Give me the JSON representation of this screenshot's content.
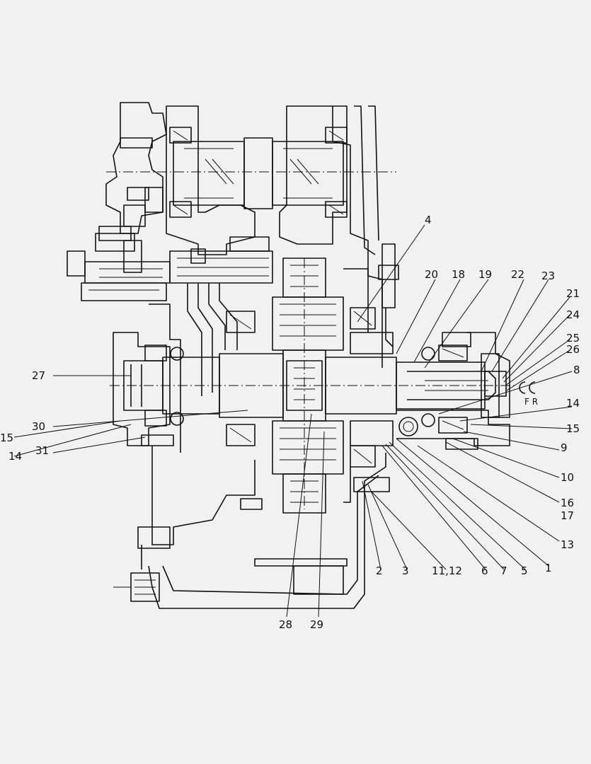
{
  "diagram": {
    "direction_mark": "F R",
    "callouts": [
      {
        "id": "c4",
        "text": "4"
      },
      {
        "id": "c20",
        "text": "20"
      },
      {
        "id": "c18",
        "text": "18"
      },
      {
        "id": "c19",
        "text": "19"
      },
      {
        "id": "c22",
        "text": "22"
      },
      {
        "id": "c23",
        "text": "23"
      },
      {
        "id": "c21",
        "text": "21"
      },
      {
        "id": "c24",
        "text": "24"
      },
      {
        "id": "c25",
        "text": "25"
      },
      {
        "id": "c26",
        "text": "26"
      },
      {
        "id": "c8",
        "text": "8"
      },
      {
        "id": "c14r",
        "text": "14"
      },
      {
        "id": "c15r",
        "text": "15"
      },
      {
        "id": "c9",
        "text": "9"
      },
      {
        "id": "c10",
        "text": "10"
      },
      {
        "id": "c16",
        "text": "16"
      },
      {
        "id": "c17",
        "text": "17"
      },
      {
        "id": "c13",
        "text": "13"
      },
      {
        "id": "c1",
        "text": "1"
      },
      {
        "id": "c5",
        "text": "5"
      },
      {
        "id": "c7",
        "text": "7"
      },
      {
        "id": "c6",
        "text": "6"
      },
      {
        "id": "c1112",
        "text": "11,12"
      },
      {
        "id": "c3",
        "text": "3"
      },
      {
        "id": "c2",
        "text": "2"
      },
      {
        "id": "c28",
        "text": "28"
      },
      {
        "id": "c29",
        "text": "29"
      },
      {
        "id": "c27",
        "text": "27"
      },
      {
        "id": "c30",
        "text": "30"
      },
      {
        "id": "c15l",
        "text": "15"
      },
      {
        "id": "c14l",
        "text": "14"
      },
      {
        "id": "c31",
        "text": "31"
      }
    ]
  }
}
